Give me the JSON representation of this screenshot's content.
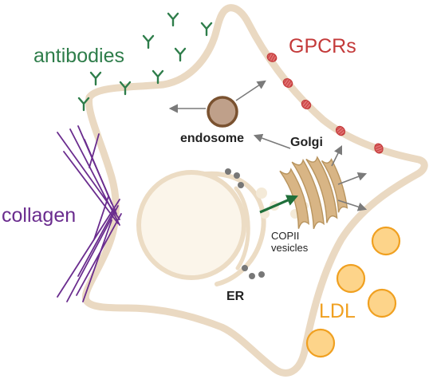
{
  "labels": {
    "antibodies": "antibodies",
    "gpcrs": "GPCRs",
    "endosome": "endosome",
    "golgi": "Golgi",
    "collagen": "collagen",
    "copii_line1": "COPII",
    "copii_line2": "vesicles",
    "er": "ER",
    "ldl": "LDL"
  },
  "colors": {
    "antibodies": "#2e7d4a",
    "gpcrs": "#c43a3a",
    "collagen": "#6a2c8e",
    "ldl": "#f0a020",
    "ldl_fill": "#fdd48a",
    "cell_outline": "#ead9c2",
    "endosome": "#bfa08a",
    "endosome_edge": "#7a5230",
    "golgi": "#d8b585",
    "er_fill": "#fbf5ea",
    "arrow_grey": "#7a7a7a",
    "arrow_green": "#1f6f3a"
  }
}
